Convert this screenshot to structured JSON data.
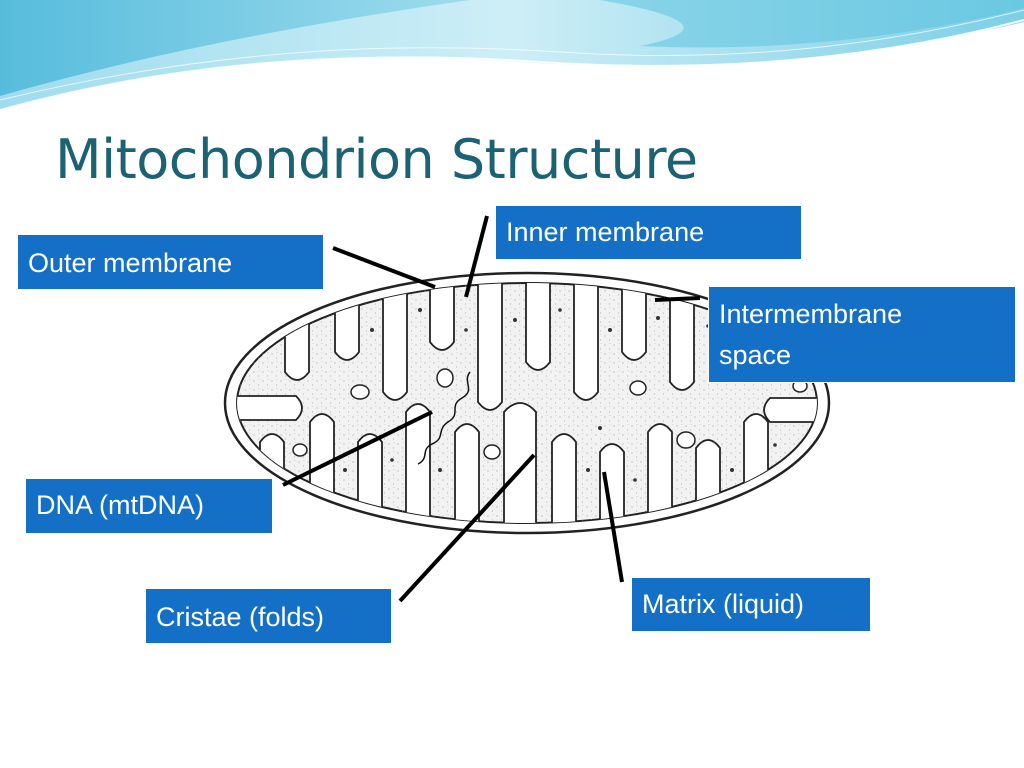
{
  "title": "Mitochondrion Structure",
  "labels": {
    "outer_membrane": "Outer membrane",
    "inner_membrane": "Inner membrane",
    "intermembrane_space_1": "Intermembrane",
    "intermembrane_space_2": "space",
    "dna": "DNA (mtDNA)",
    "cristae": "Cristae (folds)",
    "matrix": "Matrix (liquid)"
  },
  "colors": {
    "title": "#1b6273",
    "label_bg": "#1370c6",
    "label_text": "#ffffff",
    "wave_light": "#bfe8f3",
    "wave_mid": "#6fc8e0"
  }
}
